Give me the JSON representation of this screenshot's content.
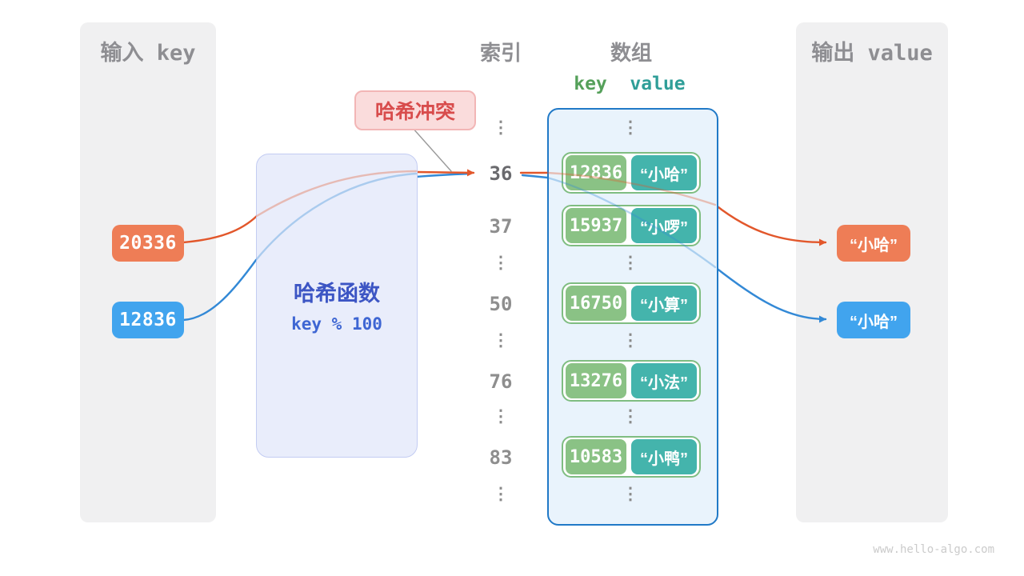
{
  "colors": {
    "orange_box": "#EE7D56",
    "orange_line": "#E2572B",
    "blue_box": "#41A4EE",
    "blue_line": "#3389D6",
    "green_box": "#8AC285",
    "teal_box": "#44B4AC",
    "row_border": "#7FBD81",
    "container_border": "#2079C7",
    "container_bg": "#E9F3FC",
    "hash_bg": "#E9EDFB",
    "hash_border": "#C3CCF2",
    "hash_title": "#3C55C4",
    "hash_formula": "#3E66D3",
    "collision_bg": "#FADCDC",
    "collision_border": "#F2B6B6",
    "collision_text": "#D84C4C",
    "panel_bg": "#F0F0F1",
    "panel_title": "#8E8E92",
    "index_num": "#8E8E8E",
    "index_active": "#6A6A6E",
    "dots": "#8A8A8A",
    "key_header": "#55A05A",
    "value_header": "#2F9E98",
    "watermark": "#CBCBCB",
    "gray_line": "#9A9A9A",
    "box_text": "#FFFFFF"
  },
  "panels": {
    "input": {
      "title": "输入 key"
    },
    "output": {
      "title": "输出 value"
    }
  },
  "input_keys": [
    {
      "text": "20336"
    },
    {
      "text": "12836"
    }
  ],
  "hash_box": {
    "title": "哈希函数",
    "formula": "key % 100"
  },
  "collision_label": {
    "text": "哈希冲突"
  },
  "headers": {
    "index": "索引",
    "array": "数组",
    "key": "key",
    "value": "value"
  },
  "index_column": {
    "numbers": [
      "36",
      "37",
      "50",
      "76",
      "83"
    ],
    "active_number": "36"
  },
  "array_rows": [
    {
      "key": "12836",
      "value": "“小哈”"
    },
    {
      "key": "15937",
      "value": "“小啰”"
    },
    {
      "key": "16750",
      "value": "“小算”"
    },
    {
      "key": "13276",
      "value": "“小法”"
    },
    {
      "key": "10583",
      "value": "“小鸭”"
    }
  ],
  "outputs": [
    {
      "text": "“小哈”"
    },
    {
      "text": "“小哈”"
    }
  ],
  "glyphs": {
    "vellipsis": "⋮"
  },
  "watermark": "www.hello-algo.com"
}
